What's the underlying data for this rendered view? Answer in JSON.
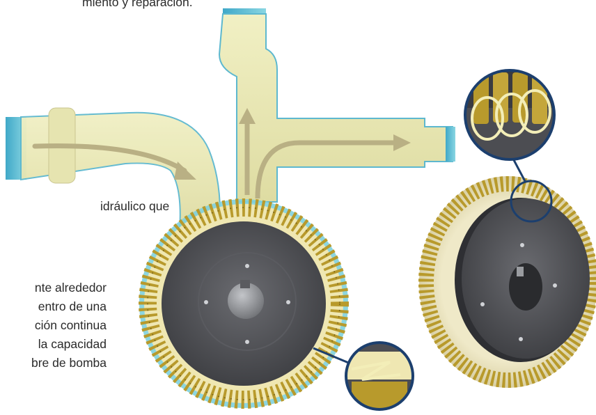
{
  "text_fragments": {
    "top": "miento y reparación.",
    "p1_line1": "idráulico que",
    "p2_lines": [
      "nte alrededor",
      "entro de una",
      "ción continua",
      "la capacidad",
      "bre de bomba"
    ]
  },
  "colors": {
    "pipe_fill": "#ecebb8",
    "pipe_water": "#6fc6d6",
    "pipe_outline": "#5db8cf",
    "blade_gold": "#b89a2c",
    "disc_dark": "#4a4b4f",
    "disc_light": "#6d6e72",
    "hub": "#9a9ca0",
    "callout_ring": "#1c3f6e",
    "flow_arrow": "#b9b084"
  }
}
